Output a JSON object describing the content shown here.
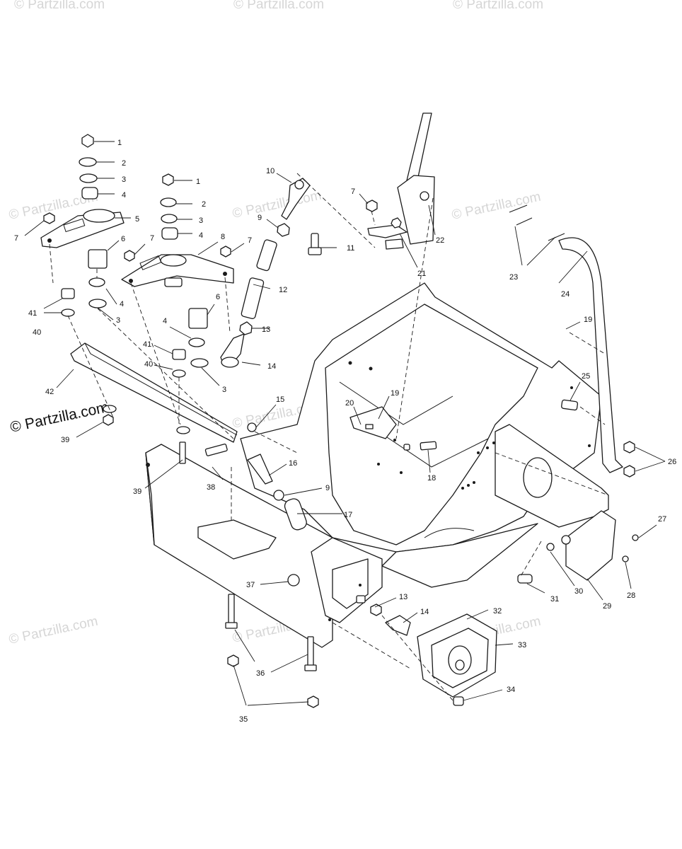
{
  "watermark_text": "© Partzilla.com",
  "brand_label": "© Partzilla.com",
  "callouts": [
    {
      "id": "c1a",
      "label": "1"
    },
    {
      "id": "c2a",
      "label": "2"
    },
    {
      "id": "c3a",
      "label": "3"
    },
    {
      "id": "c4a",
      "label": "4"
    },
    {
      "id": "c5",
      "label": "5"
    },
    {
      "id": "c6a",
      "label": "6"
    },
    {
      "id": "c7a",
      "label": "7"
    },
    {
      "id": "c41a",
      "label": "41"
    },
    {
      "id": "c40a",
      "label": "40"
    },
    {
      "id": "c4b",
      "label": "4"
    },
    {
      "id": "c3b",
      "label": "3"
    },
    {
      "id": "c1b",
      "label": "1"
    },
    {
      "id": "c2b",
      "label": "2"
    },
    {
      "id": "c3c",
      "label": "3"
    },
    {
      "id": "c4c",
      "label": "4"
    },
    {
      "id": "c7b",
      "label": "7"
    },
    {
      "id": "c8",
      "label": "8"
    },
    {
      "id": "c7c",
      "label": "7"
    },
    {
      "id": "c6b",
      "label": "6"
    },
    {
      "id": "c4d",
      "label": "4"
    },
    {
      "id": "c41b",
      "label": "41"
    },
    {
      "id": "c40b",
      "label": "40"
    },
    {
      "id": "c3d",
      "label": "3"
    },
    {
      "id": "c42",
      "label": "42"
    },
    {
      "id": "c39a",
      "label": "39"
    },
    {
      "id": "c39b",
      "label": "39"
    },
    {
      "id": "c38",
      "label": "38"
    },
    {
      "id": "c10",
      "label": "10"
    },
    {
      "id": "c9a",
      "label": "9"
    },
    {
      "id": "c11",
      "label": "11"
    },
    {
      "id": "c7d",
      "label": "7"
    },
    {
      "id": "c12",
      "label": "12"
    },
    {
      "id": "c13a",
      "label": "13"
    },
    {
      "id": "c14a",
      "label": "14"
    },
    {
      "id": "c15",
      "label": "15"
    },
    {
      "id": "c16",
      "label": "16"
    },
    {
      "id": "c9b",
      "label": "9"
    },
    {
      "id": "c17",
      "label": "17"
    },
    {
      "id": "c22",
      "label": "22"
    },
    {
      "id": "c21",
      "label": "21"
    },
    {
      "id": "c23",
      "label": "23"
    },
    {
      "id": "c24",
      "label": "24"
    },
    {
      "id": "c19a",
      "label": "19"
    },
    {
      "id": "c19b",
      "label": "19"
    },
    {
      "id": "c20",
      "label": "20"
    },
    {
      "id": "c18",
      "label": "18"
    },
    {
      "id": "c25",
      "label": "25"
    },
    {
      "id": "c26",
      "label": "26"
    },
    {
      "id": "c27",
      "label": "27"
    },
    {
      "id": "c28",
      "label": "28"
    },
    {
      "id": "c29",
      "label": "29"
    },
    {
      "id": "c30",
      "label": "30"
    },
    {
      "id": "c31",
      "label": "31"
    },
    {
      "id": "c37",
      "label": "37"
    },
    {
      "id": "c13b",
      "label": "13"
    },
    {
      "id": "c14b",
      "label": "14"
    },
    {
      "id": "c32",
      "label": "32"
    },
    {
      "id": "c33",
      "label": "33"
    },
    {
      "id": "c34",
      "label": "34"
    },
    {
      "id": "c36",
      "label": "36"
    },
    {
      "id": "c35",
      "label": "35"
    }
  ]
}
